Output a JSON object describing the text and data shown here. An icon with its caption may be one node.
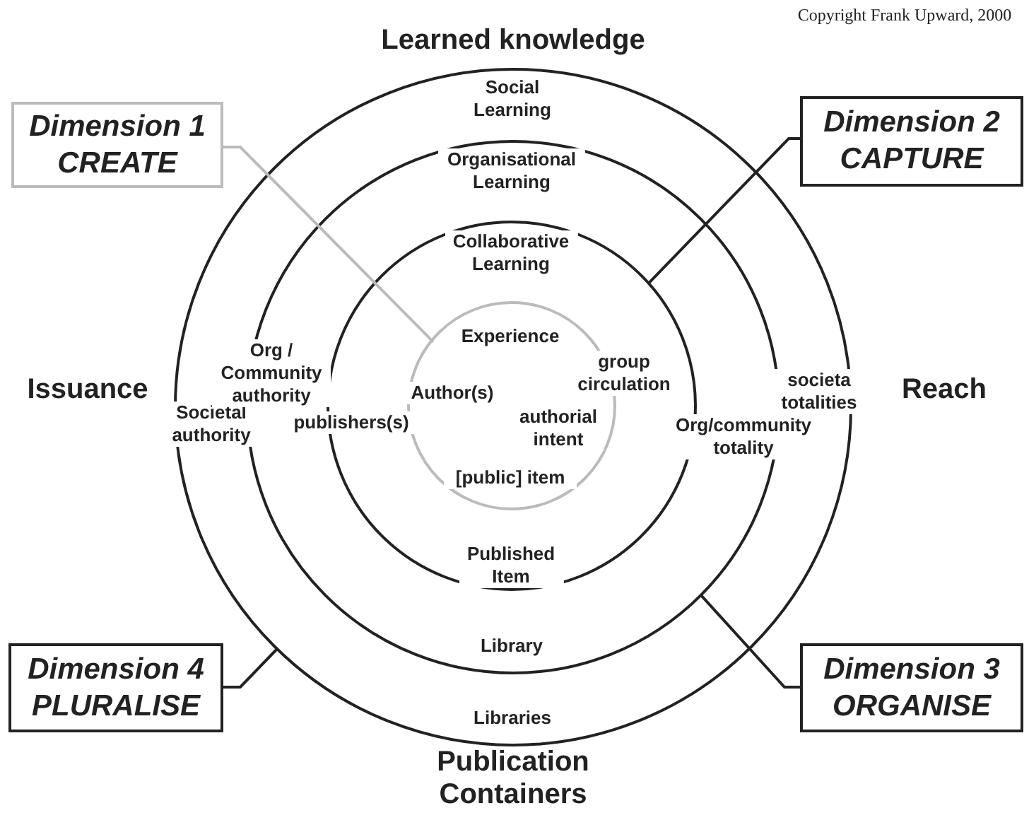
{
  "diagram": {
    "nodes": [
      {
        "text": [
          "Social Learning",
          "Societal authority",
          "societa totalities",
          "Libraries"
        ]
      },
      {
        "text": [
          "Organisational Learning",
          "Org / Community authority",
          "Org/community totality",
          "Library"
        ],
        "in": 0
      },
      {
        "text": [
          "Collaborative Learning",
          "publishers(s)",
          "group circulation",
          "Published Item"
        ],
        "in": 1
      },
      {
        "text": [
          "Experience",
          "Author(s)",
          "authorial intent",
          "[public] item"
        ],
        "in": 2
      },
      {
        "text": [
          "Dimension 1",
          "CREATE"
        ]
      },
      {
        "text": [
          "Dimension 2",
          "CAPTURE"
        ]
      },
      {
        "text": [
          "Dimension 4",
          "PLURALISE"
        ]
      },
      {
        "text": [
          "Dimension 3",
          "ORGANISE"
        ]
      }
    ],
    "edges": [
      {
        "from": 4,
        "to": 3,
        "arrow": "none",
        "color": "#bbbbbb"
      },
      {
        "from": 5,
        "to": 2,
        "arrow": "none"
      },
      {
        "from": 6,
        "to": 0,
        "arrow": "none"
      },
      {
        "from": 7,
        "to": 1,
        "arrow": "none"
      }
    ],
    "labels": [
      "Copyright Frank Upward, 2000",
      "Learned knowledge",
      "Issuance",
      "Reach",
      "Publication Containers"
    ]
  }
}
